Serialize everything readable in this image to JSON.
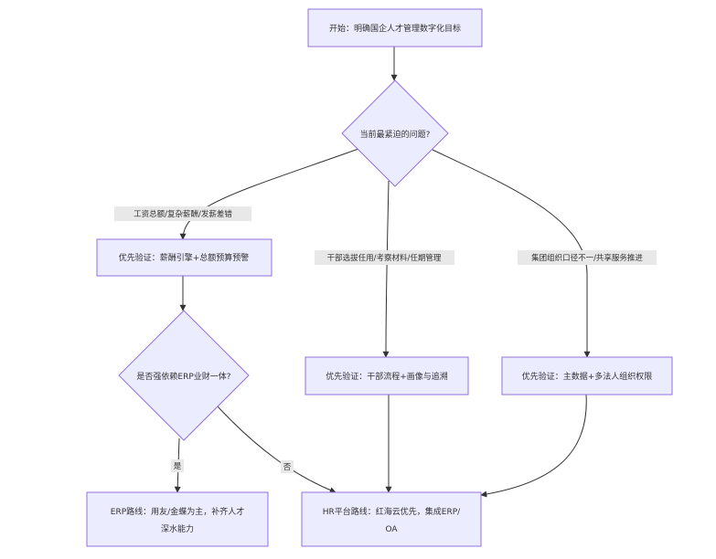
{
  "nodes": {
    "start": "开始：明确国企人才管理数字化目标",
    "decision1": "当前最紧迫的问题?",
    "verify_salary": "优先验证：薪酬引擎+总额预算预警",
    "decision2": "是否强依赖ERP业财一体?",
    "verify_cadre": "优先验证：干部流程+画像与追溯",
    "verify_group": "优先验证：主数据+多法人组织权限",
    "erp_route_line1": "ERP路线：用友/金蝶为主，补齐人才",
    "erp_route_line2": "深水能力",
    "hr_route_line1": "HR平台路线：红海云优先，集成ERP/",
    "hr_route_line2": "OA"
  },
  "edges": {
    "salary_issue": "工资总额/复杂薪酬/发薪差错",
    "cadre_issue": "干部选拔任用/考察材料/任期管理",
    "group_issue": "集团组织口径不一/共享服务推进",
    "yes": "是",
    "no": "否"
  }
}
